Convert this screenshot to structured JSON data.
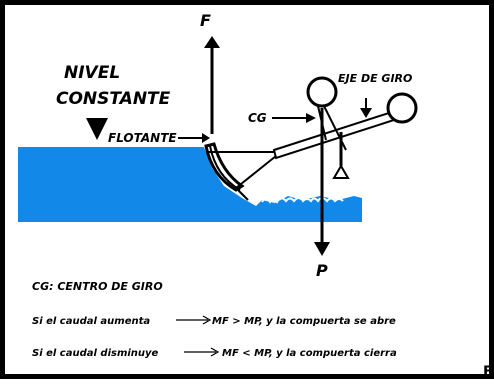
{
  "diagram": {
    "force_label": "F",
    "weight_label": "P",
    "level_title_line1": "NIVEL",
    "level_title_line2": "CONSTANTE",
    "float_label": "FLOTANTE",
    "pivot_label": "EJE DE GIRO",
    "cg_label": "CG",
    "legend_cg": "CG: CENTRO DE GIRO",
    "line_increase_start": "Si el caudal aumenta",
    "line_increase_end": "MF > MP, y la compuerta se abre",
    "line_decrease_start": "Si el caudal disminuye",
    "line_decrease_end": "MF < MP, y la compuerta cierra",
    "corner_fragment": "E"
  },
  "colors": {
    "water": "#1289e8",
    "frame": "#000000",
    "background": "#ffffff",
    "float_body": "#ffffff"
  }
}
